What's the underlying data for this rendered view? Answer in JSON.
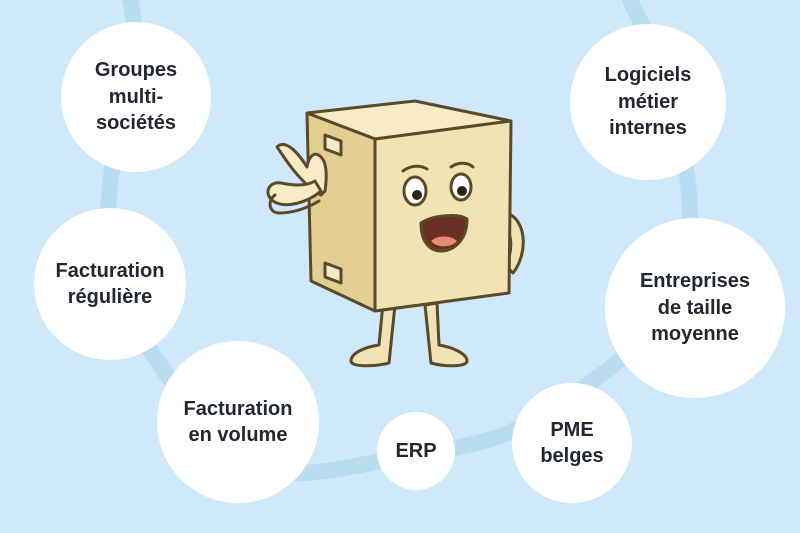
{
  "bubbles": {
    "groupes": "Groupes\nmulti-\nsociétés",
    "logiciels": "Logiciels\nmétier\ninternes",
    "facturation_reguliere": "Facturation\nrégulière",
    "entreprises": "Entreprises\nde taille\nmoyenne",
    "facturation_volume": "Facturation\nen volume",
    "erp": "ERP",
    "pme": "PME\nbelges"
  },
  "colors": {
    "background": "#cfe9fb",
    "path": "#b9dcf0",
    "bubble": "#ffffff",
    "text": "#1f2730",
    "box": "#f1e3b4",
    "box_shade": "#e3cf92",
    "outline": "#5a4a2a"
  },
  "icons": {
    "mascot": "cardboard-box-mascot-icon"
  }
}
